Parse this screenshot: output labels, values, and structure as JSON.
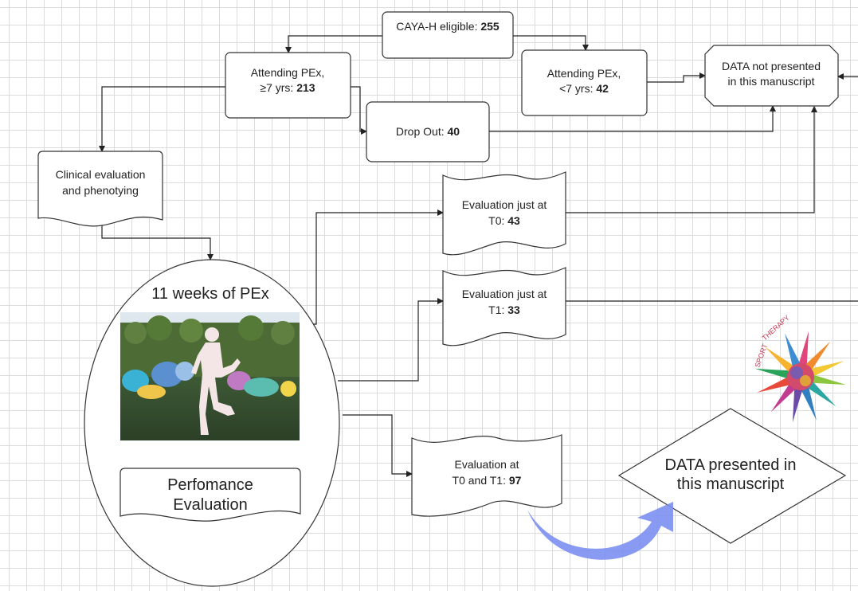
{
  "nodes": {
    "eligible": {
      "label": "CAYA-H eligible: ",
      "value": "255"
    },
    "attend_ge7": {
      "line1": "Attending PEx,",
      "line2": "≥7 yrs: ",
      "value": "213"
    },
    "attend_lt7": {
      "line1": "Attending PEx,",
      "line2": "<7 yrs: ",
      "value": "42"
    },
    "not_presented": {
      "line1": "DATA not presented",
      "line2": "in this manuscript"
    },
    "dropout": {
      "label": "Drop Out: ",
      "value": "40"
    },
    "clinical": {
      "line1": "Clinical evaluation",
      "line2": "and phenotying"
    },
    "eval_t0": {
      "line1": "Evaluation just at",
      "line2": "T0: ",
      "value": "43"
    },
    "eval_t1": {
      "line1": "Evaluation just at",
      "line2": "T1: ",
      "value": "33"
    },
    "pex_title": "11 weeks of PEx",
    "performance": {
      "line1": "Perfomance",
      "line2": "Evaluation"
    },
    "eval_both": {
      "line1": "Evaluation at",
      "line2": "T0 and T1: ",
      "value": "97"
    },
    "presented": {
      "line1": "DATA presented in",
      "line2": "this manuscript"
    }
  },
  "logo": {
    "text": "SPORT THERAPY"
  },
  "colors": {
    "box_stroke": "#333333",
    "connector": "#222222",
    "curved_arrow": "#7b8ff0",
    "grid": "#dcdcdc"
  }
}
